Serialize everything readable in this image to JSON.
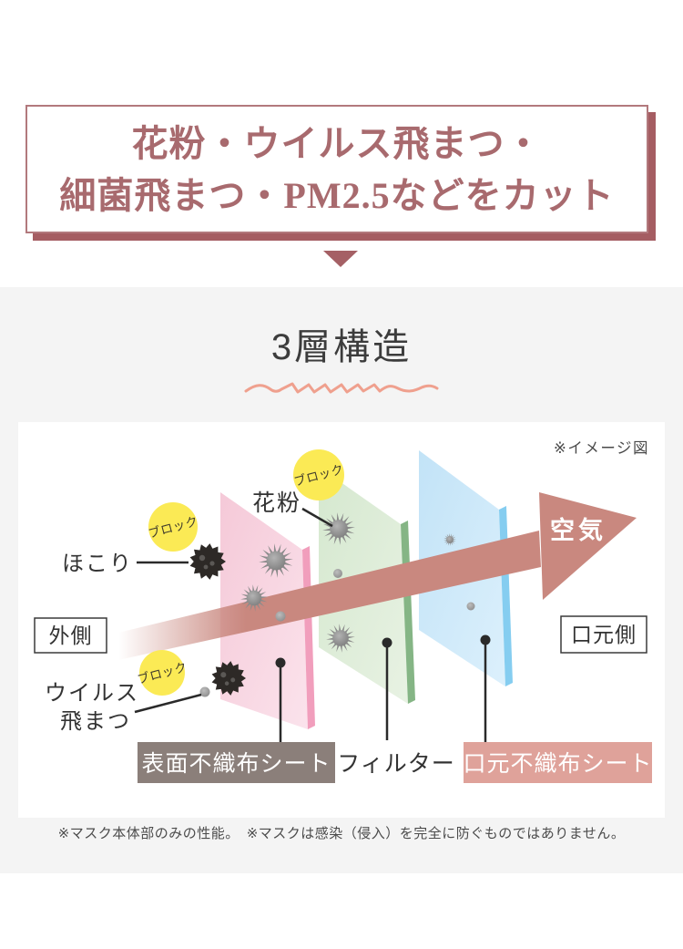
{
  "colors": {
    "accent_mauve_text": "#a86a6e",
    "header_border": "#b2797d",
    "header_shadow": "#a55d62",
    "triangle": "#a56065",
    "section_bg": "#f4f4f4",
    "wave": "#efa08e",
    "sheet_pink": "#f7d4e0",
    "sheet_pink_edge": "#f19ebc",
    "sheet_green": "#dcead5",
    "sheet_green_edge": "#85b585",
    "sheet_blue": "#cbe7f8",
    "sheet_blue_edge": "#85cdf0",
    "arrow": "#c9887f",
    "badge_yellow": "#fbea55",
    "badge_text": "#3f3b2c",
    "label_front_bg": "#8b7f7a",
    "label_mouth_bg": "#dfa29a"
  },
  "header": {
    "line1": "花粉・ウイルス飛まつ・",
    "line2": "細菌飛まつ・PM2.5などをカット"
  },
  "section": {
    "title": "3層構造",
    "image_note": "※イメージ図",
    "footnote": "※マスク本体部のみの性能。　※マスクは感染（侵入）を完全に防ぐものではありません。"
  },
  "diagram": {
    "side_left": "外側",
    "side_right": "口元側",
    "air": "空気",
    "block": "ブロック",
    "labels": {
      "dust": "ほこり",
      "pollen": "花粉",
      "virus_line1": "ウイルス",
      "virus_line2": "飛まつ"
    },
    "layers": {
      "front": "表面不織布シート",
      "filter": "フィルター",
      "mouth": "口元不織布シート"
    }
  }
}
